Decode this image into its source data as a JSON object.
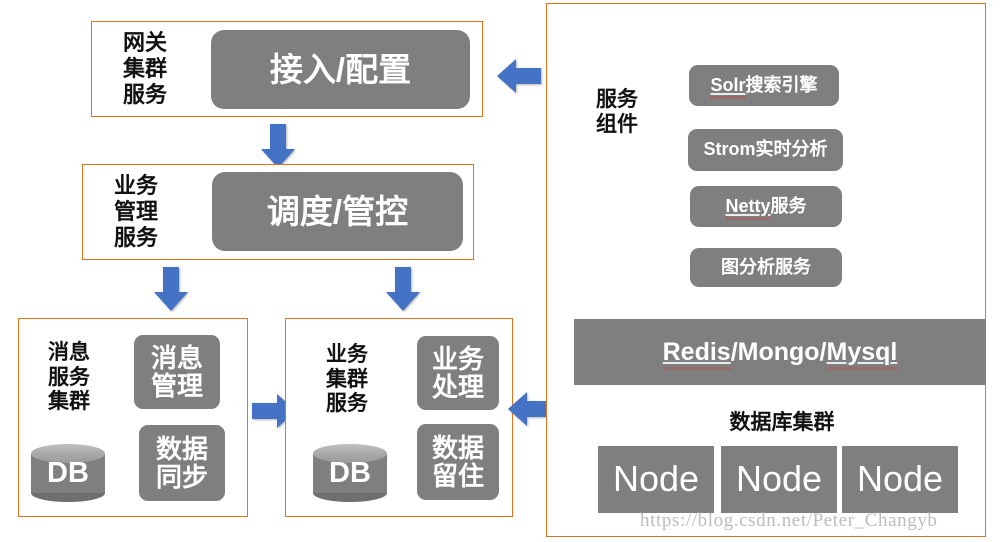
{
  "colors": {
    "accent_orange": "#E3721C",
    "box_gray": "#7F7F7F",
    "arrow_blue": "#4472C4",
    "text_white": "#FFFFFF",
    "text_black": "#111111",
    "watermark_gray": "#BCBCBC",
    "spellcheck_red": "#E03030"
  },
  "left_column": {
    "gateway": {
      "label_lines": [
        "网关",
        "集群",
        "服务"
      ],
      "box_text": "接入/配置"
    },
    "scheduling": {
      "label_lines": [
        "业务",
        "管理",
        "服务"
      ],
      "box_text": "调度/管控"
    },
    "message_cluster": {
      "label_lines": [
        "消息",
        "服务",
        "集群"
      ],
      "db_text": "DB",
      "boxes": [
        {
          "lines": [
            "消息",
            "管理"
          ]
        },
        {
          "lines": [
            "数据",
            "同步"
          ]
        }
      ]
    },
    "business_cluster": {
      "label_lines": [
        "业务",
        "集群",
        "服务"
      ],
      "db_text": "DB",
      "boxes": [
        {
          "lines": [
            "业务",
            "处理"
          ]
        },
        {
          "lines": [
            "数据",
            "留住"
          ]
        }
      ]
    }
  },
  "right_panel": {
    "service_components": {
      "label_lines": [
        "服务",
        "组件"
      ],
      "items": [
        {
          "latin": "Solr",
          "cjk": "搜索引擎",
          "spellcheck": true
        },
        {
          "latin": "Strom",
          "cjk": "实时分析",
          "spellcheck": false
        },
        {
          "latin": "Netty",
          "cjk": "服务",
          "spellcheck": true
        },
        {
          "latin": "",
          "cjk": "图分析服务",
          "spellcheck": false
        }
      ]
    },
    "datastore_bar": {
      "parts": [
        "Redis",
        "/Mongo/",
        "Mysql"
      ],
      "full_text": "Redis/Mongo/Mysql"
    },
    "db_cluster": {
      "title": "数据库集群",
      "nodes": [
        "Node",
        "Node",
        "Node"
      ]
    }
  },
  "arrows": {
    "gateway_from_right": "arrow-left",
    "gateway_to_scheduling": "arrow-down",
    "scheduling_to_message": "arrow-down",
    "scheduling_to_business": "arrow-down",
    "message_to_business": "arrow-right",
    "business_from_right": "arrow-left"
  },
  "watermark": {
    "text": "https://blog.csdn.net/Peter_Changyb"
  }
}
